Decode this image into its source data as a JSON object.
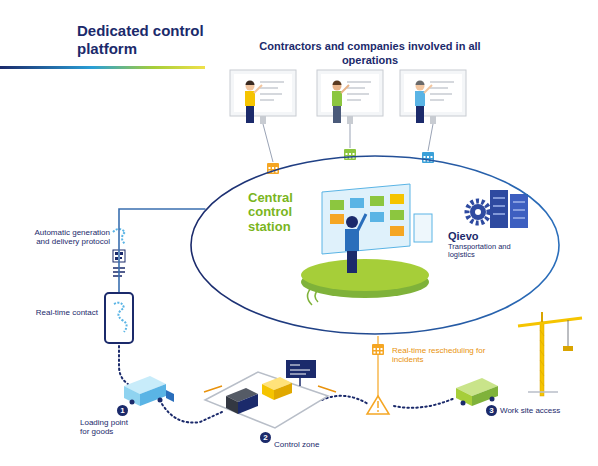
{
  "diagram": {
    "title": "Dedicated control platform",
    "nodes": [
      {
        "text": [
          "Central control station"
        ]
      },
      {
        "text": [
          "Qievo",
          "Transportation and logistics"
        ],
        "in": 0
      },
      {
        "text": [
          "Real-time contact"
        ]
      }
    ],
    "edges": [
      {
        "from": 0,
        "to": 2,
        "arrow": "none"
      }
    ],
    "labels": [
      "Contractors and companies involved in all operations",
      "Automatic generation and delivery protocol",
      "1",
      "Loading point for goods",
      "2",
      "Control zone",
      "Real-time rescheduling for incidents",
      "3",
      "Work site access"
    ]
  }
}
